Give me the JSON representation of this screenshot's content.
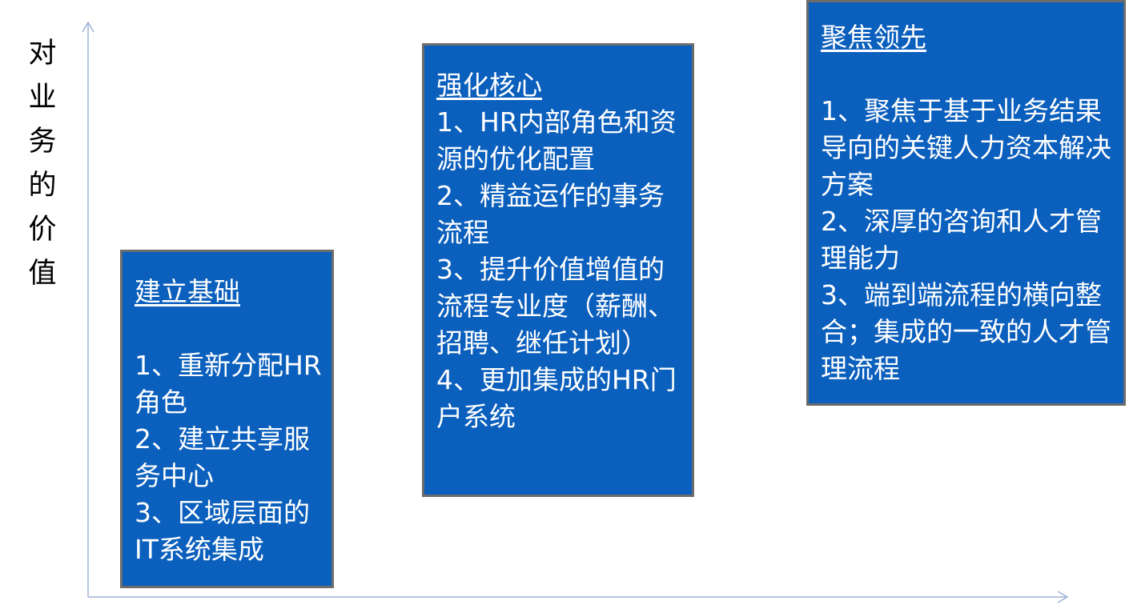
{
  "y_axis_label": "对业务的价值",
  "stages": [
    {
      "title": "建立基础",
      "blank_after_title": true,
      "items": [
        "1、重新分配HR角色",
        "2、建立共享服务中心",
        "3、区域层面的IT系统集成"
      ]
    },
    {
      "title": "强化核心",
      "blank_after_title": false,
      "items": [
        "1、HR内部角色和资源的优化配置",
        "2、精益运作的事务流程",
        "3、提升价值增值的流程专业度（薪酬、招聘、继任计划）",
        "4、更加集成的HR门户系统"
      ]
    },
    {
      "title": "聚焦领先",
      "blank_after_title": true,
      "items": [
        "1、聚焦于基于业务结果导向的关键人力资本解决方案",
        "2、深厚的咨询和人才管理能力",
        "3、端到端流程的横向整合；集成的一致的人才管理流程"
      ]
    }
  ],
  "colors": {
    "box_fill": "#0b5fbd",
    "box_border": "#6c6c6c",
    "box_text": "#ffffff",
    "axis": "#9db3d6",
    "label_text": "#000000"
  }
}
